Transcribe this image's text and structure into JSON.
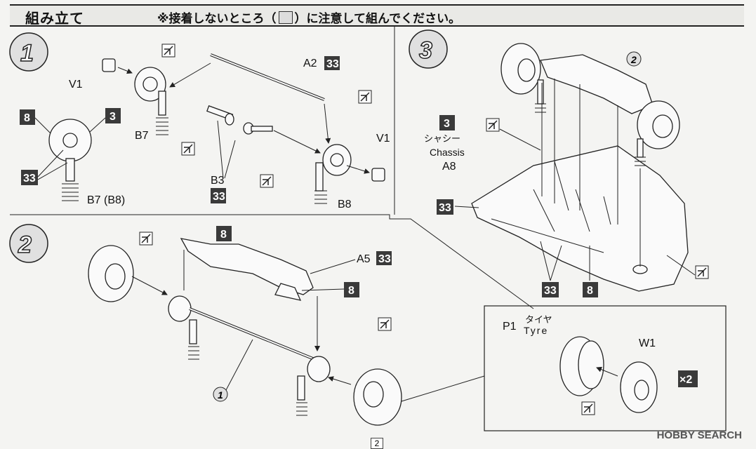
{
  "header": {
    "title": "組み立て",
    "note": "※接着しないところ（",
    "note_end": "）に注意して組んでください。"
  },
  "steps": [
    {
      "number": "1"
    },
    {
      "number": "2"
    },
    {
      "number": "3"
    }
  ],
  "step1": {
    "labels": {
      "v1_left": "V1",
      "b7": "B7",
      "a2": "A2",
      "v1_right": "V1",
      "b3": "B3",
      "b8": "B8",
      "b7_b8": "B7 (B8)"
    },
    "color_codes": {
      "a2": "33",
      "b3": "33",
      "detail_left": "8",
      "detail_right": "3",
      "detail_bottom": "33"
    }
  },
  "step2": {
    "labels": {
      "a5": "A5",
      "p1": "P1",
      "tyre_jp": "タイヤ",
      "tyre_en": "Tyre",
      "w1": "W1",
      "ref_step": "1",
      "times": "×2"
    },
    "color_codes": {
      "arm_top": "8",
      "a5": "33",
      "arm_right": "8"
    }
  },
  "step3": {
    "labels": {
      "chassis_jp": "シャシー",
      "chassis_en": "Chassis",
      "a8": "A8",
      "ref_step": "2"
    },
    "color_codes": {
      "chassis": "3",
      "side": "33",
      "bottom_a": "33",
      "bottom_b": "8"
    }
  },
  "footer": {
    "page": "2",
    "watermark": "HOBBY SEARCH"
  }
}
